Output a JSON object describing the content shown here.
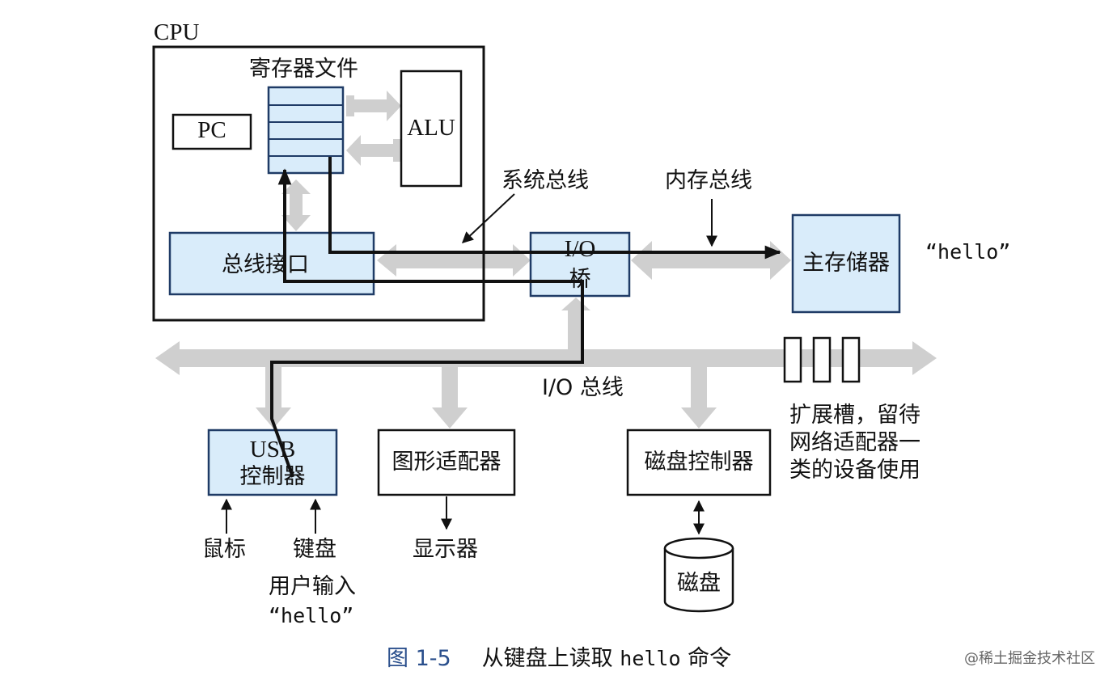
{
  "labels": {
    "cpu": "CPU",
    "register_file": "寄存器文件",
    "pc": "PC",
    "alu": "ALU",
    "system_bus": "系统总线",
    "memory_bus": "内存总线",
    "bus_interface": "总线接口",
    "io_bridge_line1": "I/O",
    "io_bridge_line2": "桥",
    "main_memory": "主存储器",
    "hello_memory": "“hello”",
    "io_bus": "I/O 总线",
    "expansion_line1": "扩展槽，留待",
    "expansion_line2": "网络适配器一",
    "expansion_line3": "类的设备使用",
    "usb_line1": "USB",
    "usb_line2": "控制器",
    "graphics_adapter": "图形适配器",
    "disk_controller": "磁盘控制器",
    "mouse": "鼠标",
    "keyboard": "键盘",
    "display": "显示器",
    "disk": "磁盘",
    "user_input": "用户输入",
    "hello_input": "“hello”"
  },
  "caption": {
    "figure_number": "图 1-5",
    "text_before": "从键盘上读取 ",
    "text_code": "hello",
    "text_after": " 命令"
  },
  "watermark": "@稀土掘金技术社区",
  "colors": {
    "box_fill": "#d9ecfa",
    "box_stroke": "#1f3b66",
    "bus_gray": "#cfcfcf",
    "caption_blue": "#2a4f8c"
  }
}
